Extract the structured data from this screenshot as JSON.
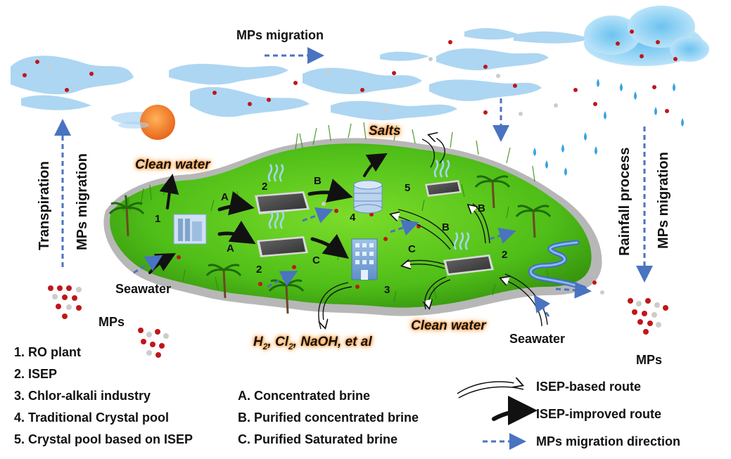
{
  "title_top": "MPs migration",
  "left_vertical_1": "Transpiration",
  "left_vertical_2": "MPs migration",
  "right_vertical_1": "Rainfall process",
  "right_vertical_2": "MPs migration",
  "mps_left": "MPs",
  "mps_right": "MPs",
  "seawater_left": "Seawater",
  "seawater_right": "Seawater",
  "clean_water_top": "Clean water",
  "clean_water_bottom": "Clean water",
  "salts": "Salts",
  "products": "H2, Cl2, NaOH, et al",
  "route_letters": {
    "a1": "A",
    "a2": "A",
    "b1": "B",
    "b2": "B",
    "b3": "B",
    "c1": "C",
    "c2": "C"
  },
  "site_numbers": {
    "n1": "1",
    "n2a": "2",
    "n2b": "2",
    "n2c": "2",
    "n3": "3",
    "n4": "4",
    "n5": "5"
  },
  "legend_sites": [
    "1. RO plant",
    "2. ISEP",
    "3. Chlor-alkali industry",
    "4. Traditional Crystal pool",
    "5. Crystal pool based on ISEP"
  ],
  "legend_brines": [
    "A.  Concentrated brine",
    "B.  Purified concentrated brine",
    "C.  Purified Saturated brine"
  ],
  "legend_routes": {
    "isep_based": "ISEP-based route",
    "isep_improved": "ISEP-improved route",
    "mps_direction": "MPs migration direction"
  },
  "colors": {
    "island_green": "#55c21c",
    "island_dark": "#3a9c12",
    "cloud_blue": "#a9d4f2",
    "rain_blue": "#3aa3e0",
    "dashed_arrow": "#4a73c0",
    "mp_red": "#c0161b",
    "mp_gray": "#cfcfcf",
    "sun": "#f07a1e",
    "glow_orange": "#ff9a3c"
  }
}
